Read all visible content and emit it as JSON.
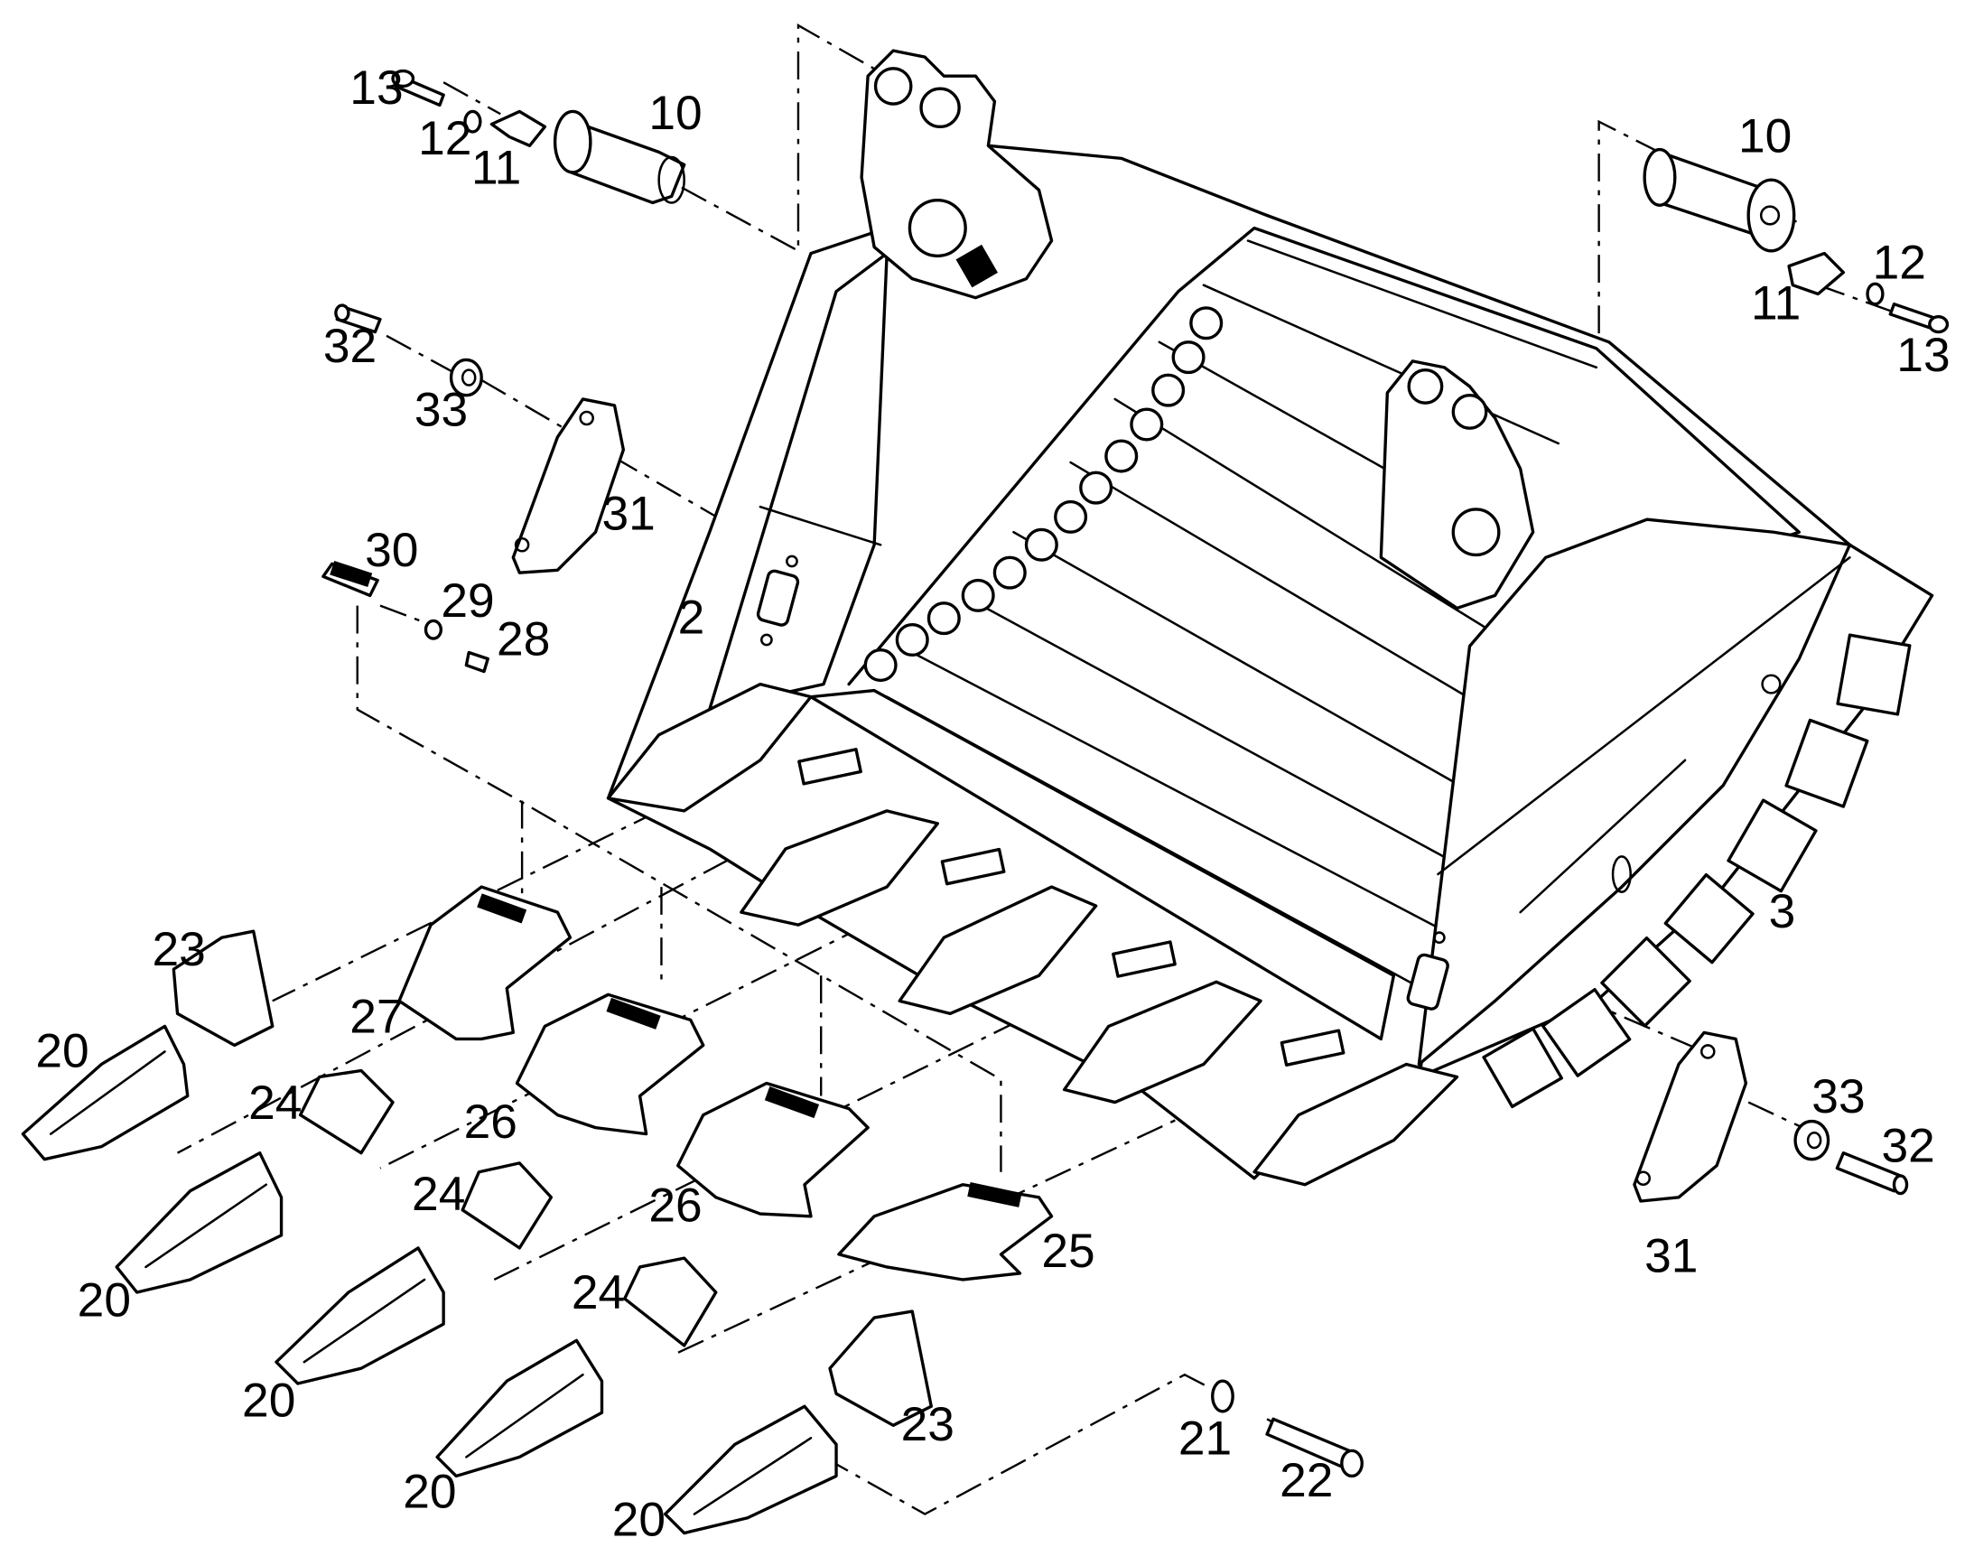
{
  "callouts": [
    {
      "id": "c13a",
      "text": "13"
    },
    {
      "id": "c12a",
      "text": "12"
    },
    {
      "id": "c11a",
      "text": "11"
    },
    {
      "id": "c10a",
      "text": "10"
    },
    {
      "id": "c10b",
      "text": "10"
    },
    {
      "id": "c12b",
      "text": "12"
    },
    {
      "id": "c11b",
      "text": "11"
    },
    {
      "id": "c13b",
      "text": "13"
    },
    {
      "id": "c32a",
      "text": "32"
    },
    {
      "id": "c33a",
      "text": "33"
    },
    {
      "id": "c31a",
      "text": "31"
    },
    {
      "id": "c30",
      "text": "30"
    },
    {
      "id": "c29",
      "text": "29"
    },
    {
      "id": "c28",
      "text": "28"
    },
    {
      "id": "c2",
      "text": "2"
    },
    {
      "id": "c3",
      "text": "3"
    },
    {
      "id": "c23a",
      "text": "23"
    },
    {
      "id": "c20a",
      "text": "20"
    },
    {
      "id": "c27",
      "text": "27"
    },
    {
      "id": "c24a",
      "text": "24"
    },
    {
      "id": "c26a",
      "text": "26"
    },
    {
      "id": "c20b",
      "text": "20"
    },
    {
      "id": "c24b",
      "text": "24"
    },
    {
      "id": "c26b",
      "text": "26"
    },
    {
      "id": "c20c",
      "text": "20"
    },
    {
      "id": "c24c",
      "text": "24"
    },
    {
      "id": "c25",
      "text": "25"
    },
    {
      "id": "c20d",
      "text": "20"
    },
    {
      "id": "c23b",
      "text": "23"
    },
    {
      "id": "c20e",
      "text": "20"
    },
    {
      "id": "c21",
      "text": "21"
    },
    {
      "id": "c22",
      "text": "22"
    },
    {
      "id": "c33b",
      "text": "33"
    },
    {
      "id": "c32b",
      "text": "32"
    },
    {
      "id": "c31b",
      "text": "31"
    }
  ]
}
